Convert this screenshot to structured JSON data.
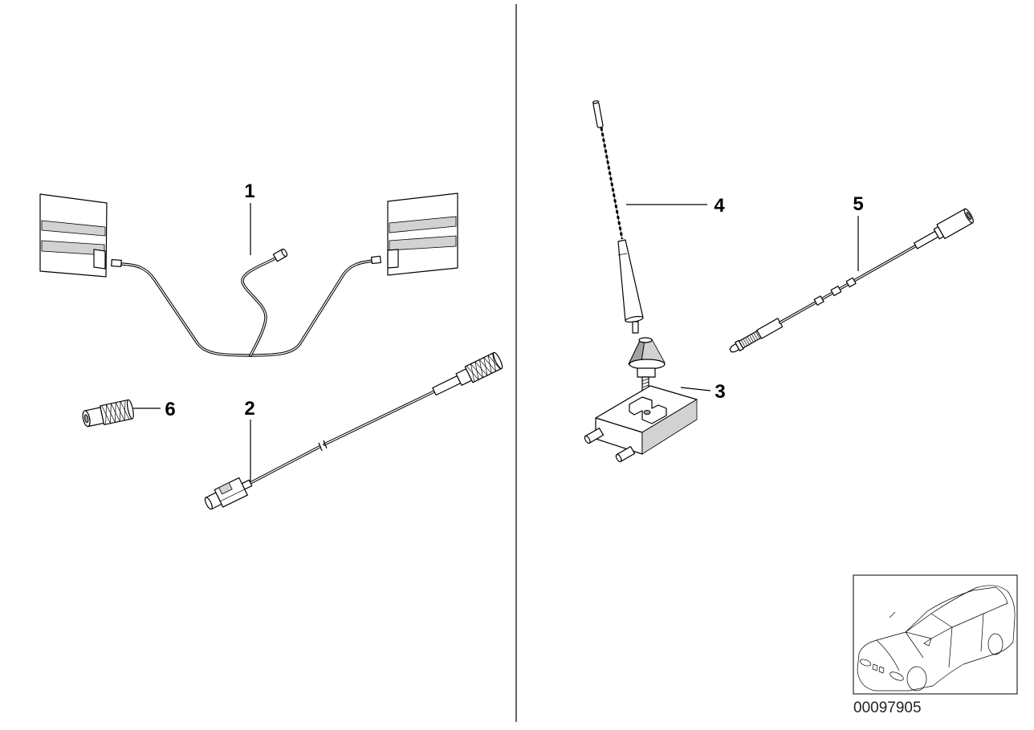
{
  "callouts": [
    "1",
    "2",
    "3",
    "4",
    "5",
    "6"
  ],
  "diagram_number": "00097905",
  "colors": {
    "ink": "#000000",
    "paper": "#ffffff",
    "shade": "#d2d2d2"
  }
}
